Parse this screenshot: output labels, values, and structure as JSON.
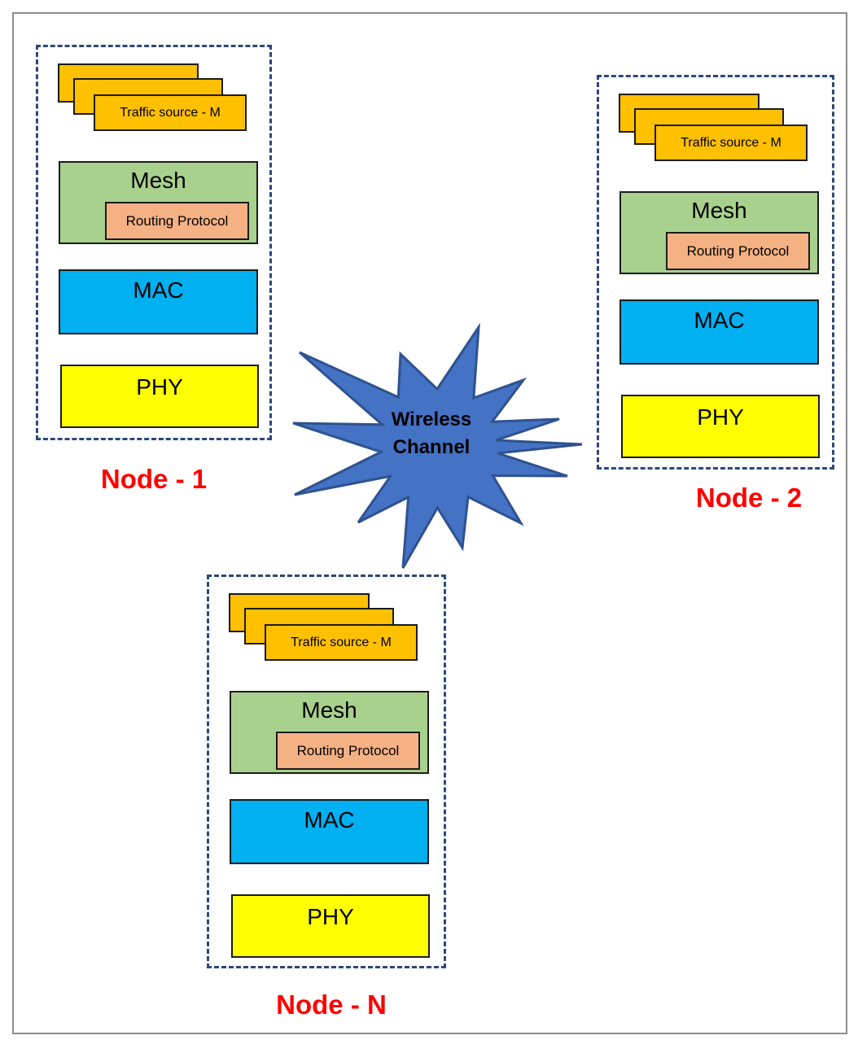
{
  "figure": {
    "wireless_channel": {
      "line1": "Wireless",
      "line2": "Channel"
    },
    "nodes": [
      {
        "label": "Node - 1",
        "layers": {
          "traffic_source": "Traffic source - M",
          "mesh": "Mesh",
          "routing_protocol": "Routing Protocol",
          "mac": "MAC",
          "phy": "PHY"
        }
      },
      {
        "label": "Node - 2",
        "layers": {
          "traffic_source": "Traffic source - M",
          "mesh": "Mesh",
          "routing_protocol": "Routing Protocol",
          "mac": "MAC",
          "phy": "PHY"
        }
      },
      {
        "label": "Node - N",
        "layers": {
          "traffic_source": "Traffic source - M",
          "mesh": "Mesh",
          "routing_protocol": "Routing Protocol",
          "mac": "MAC",
          "phy": "PHY"
        }
      }
    ],
    "colors": {
      "traffic_source": "#FFC000",
      "mesh": "#A9D18E",
      "routing_protocol": "#F4B183",
      "mac": "#00B0F0",
      "phy": "#FFFF00",
      "star_fill": "#4472C4",
      "star_stroke": "#2F528F",
      "node_label": "#FF0000",
      "node_border": "#2B4878",
      "outer_border": "#8C8C8C"
    }
  }
}
